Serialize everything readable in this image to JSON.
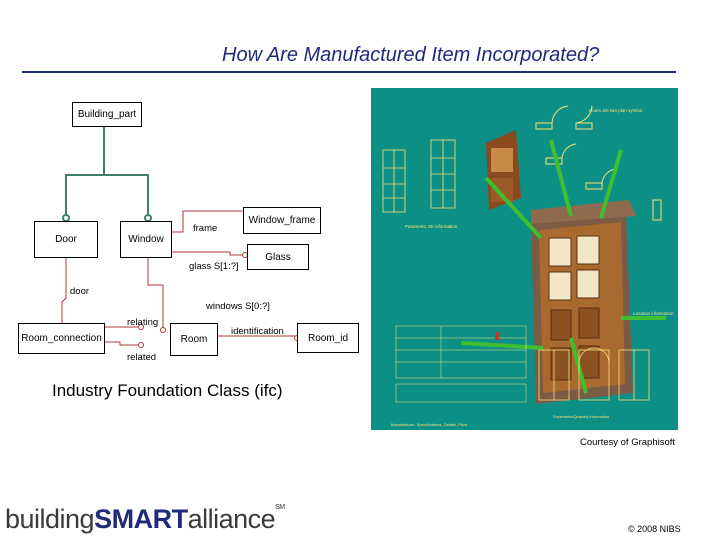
{
  "title": "How Are Manufactured Item Incorporated?",
  "diagram": {
    "entities": {
      "building_part": "Building_part",
      "door": "Door",
      "window": "Window",
      "window_frame": "Window_frame",
      "glass": "Glass",
      "room_connection": "Room_connection",
      "room": "Room",
      "room_id": "Room_id"
    },
    "relations": {
      "frame": "frame",
      "glass": "glass S[1:?]",
      "door": "door",
      "windows": "windows S[0:?]",
      "relating": "relating",
      "related": "related",
      "identification": "identification"
    }
  },
  "ifc_label": "Industry Foundation Class (ifc)",
  "courtesy": "Courtesy of Graphisoft",
  "copyright": "© 2008 NIBS",
  "logo": {
    "part1": "building",
    "part2": "SMART",
    "part3": "alliance",
    "mark": "SM"
  },
  "colors": {
    "title": "#1f2a7a",
    "teal_lines": "#3f7f6f",
    "red_lines": "#b23a3a",
    "panel_bg": "#0e8f86",
    "panel_text": "#f5e27a"
  },
  "panel": {
    "labels": {
      "top_right": "Doors are two plan symbol",
      "left_mid": "Parametric 3D information",
      "right_mid": "Location information",
      "bottom_left": "Manufacturer: Specifications, Details, Price",
      "bottom_mid": "Parametric/Quantity information"
    }
  }
}
